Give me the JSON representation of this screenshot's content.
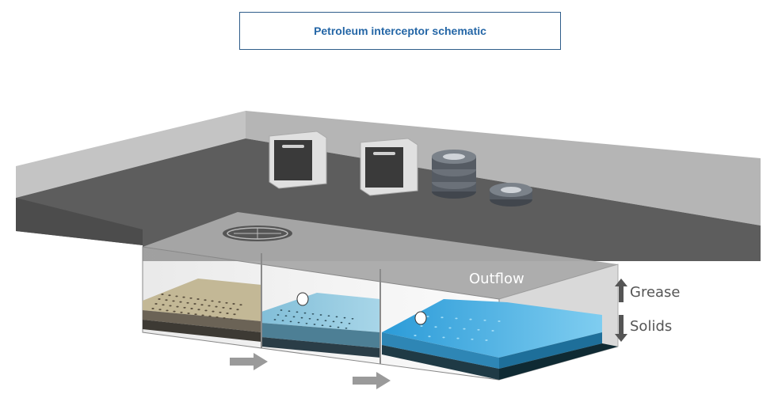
{
  "title": "Petroleum interceptor schematic",
  "labels": {
    "outflow": "Outflow",
    "grease": "Grease",
    "solids": "Solids"
  },
  "colors": {
    "title_text": "#2466a6",
    "floor": "#5f5f5f",
    "wall": "#b8b8b8",
    "water": "#3aa6e0",
    "sediment": "#b8ad8c"
  }
}
